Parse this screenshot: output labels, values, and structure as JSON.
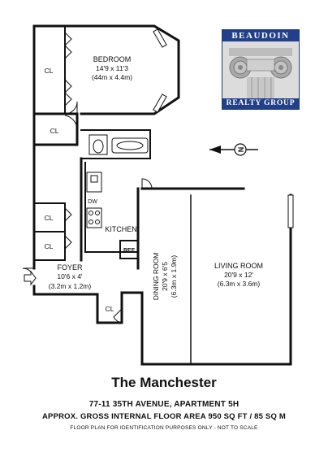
{
  "rooms": {
    "bedroom": {
      "name": "BEDROOM",
      "dim_ft": "14'9 x 11'3",
      "dim_m": "(44m x 4.4m)"
    },
    "closets": [
      "CL",
      "CL",
      "CL",
      "CL",
      "CL"
    ],
    "kitchen": "KITCHEN",
    "dishwasher": "DW",
    "fridge": "REF",
    "foyer": {
      "name": "FOYER",
      "dim_ft": "10'6 x 4'",
      "dim_m": "(3.2m x 1.2m)"
    },
    "dining": {
      "name": "DINING ROOM",
      "dim_ft": "20'9 x 6'5",
      "dim_m": "(6.3m x 1.9m)"
    },
    "living": {
      "name": "LIVING ROOM",
      "dim_ft": "20'9 x 12'",
      "dim_m": "(6.3m x 3.6m)"
    }
  },
  "compass": {
    "letter": "N"
  },
  "logo": {
    "top": "BEAUDOIN",
    "bottom": "REALTY GROUP"
  },
  "footer": {
    "title": "The Manchester",
    "address": "77-11 35TH AVENUE, APARTMENT 5H",
    "area": "APPROX. GROSS INTERNAL FLOOR AREA 950 SQ FT / 85 SQ M",
    "disclaimer": "FLOOR PLAN FOR IDENTIFICATION PURPOSES ONLY - NOT TO SCALE"
  }
}
